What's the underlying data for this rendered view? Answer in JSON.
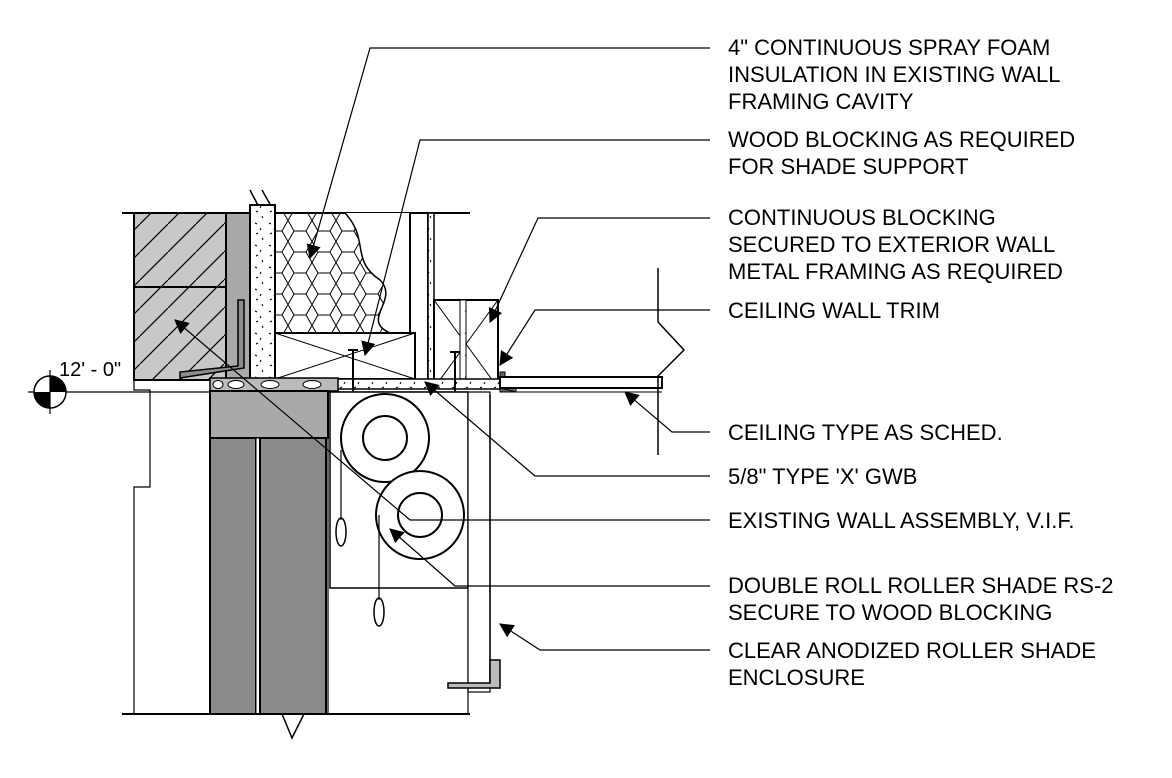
{
  "elevation_marker": {
    "text": "12' - 0\""
  },
  "callouts": [
    {
      "id": "spray-foam",
      "lines": [
        "4\" CONTINUOUS SPRAY FOAM",
        "INSULATION IN EXISTING WALL",
        "FRAMING CAVITY"
      ]
    },
    {
      "id": "wood-blocking",
      "lines": [
        "WOOD BLOCKING AS REQUIRED",
        "FOR SHADE SUPPORT"
      ]
    },
    {
      "id": "continuous-blocking",
      "lines": [
        "CONTINUOUS BLOCKING",
        "SECURED TO EXTERIOR WALL",
        "METAL FRAMING AS REQUIRED"
      ]
    },
    {
      "id": "ceiling-wall-trim",
      "lines": [
        "CEILING WALL TRIM"
      ]
    },
    {
      "id": "ceiling-type",
      "lines": [
        "CEILING TYPE AS SCHED."
      ]
    },
    {
      "id": "gwb",
      "lines": [
        "5/8\" TYPE 'X' GWB"
      ]
    },
    {
      "id": "existing-wall",
      "lines": [
        "EXISTING WALL ASSEMBLY, V.I.F."
      ]
    },
    {
      "id": "roller-shade",
      "lines": [
        "DOUBLE ROLL ROLLER SHADE RS-2",
        "SECURE TO WOOD BLOCKING"
      ]
    },
    {
      "id": "enclosure",
      "lines": [
        "CLEAR ANODIZED ROLLER SHADE",
        "ENCLOSURE"
      ]
    }
  ]
}
